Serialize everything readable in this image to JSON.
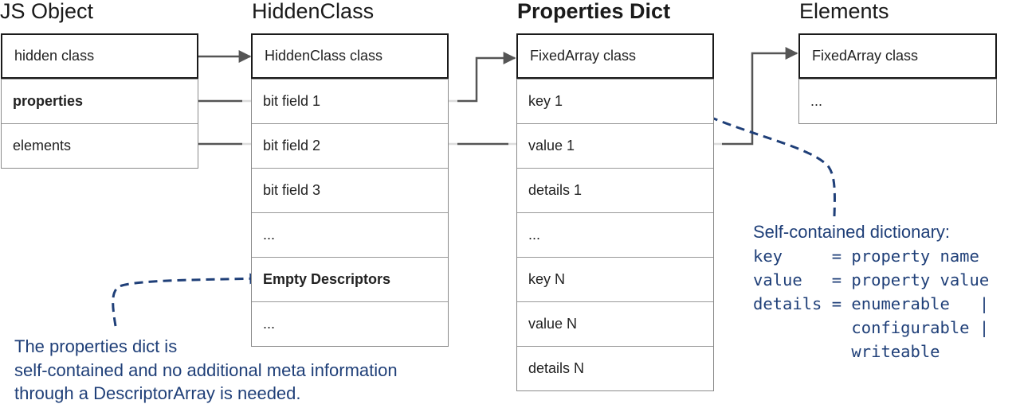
{
  "titles": {
    "js_object": "JS Object",
    "hidden_class": "HiddenClass",
    "properties_dict": "Properties Dict",
    "elements": "Elements"
  },
  "js_object": {
    "rows": [
      "hidden class",
      "properties",
      "elements"
    ]
  },
  "hidden_class": {
    "rows": [
      "HiddenClass class",
      "bit field 1",
      "bit field 2",
      "bit field 3",
      "...",
      "Empty Descriptors",
      "..."
    ]
  },
  "properties_dict": {
    "rows": [
      "FixedArray class",
      "key 1",
      "value 1",
      "details 1",
      "...",
      "key N",
      "value N",
      "details N"
    ]
  },
  "elements": {
    "rows": [
      "FixedArray class",
      "..."
    ]
  },
  "annotations": {
    "left_note": [
      "The properties dict is",
      "self-contained and no additional meta information",
      "through a DescriptorArray is needed."
    ],
    "right_note": {
      "heading": "Self-contained dictionary:",
      "lines": [
        "key     = property name",
        "value   = property value",
        "details = enumerable   |",
        "          configurable |",
        "          writeable"
      ]
    }
  },
  "colors": {
    "annotation": "#1f3f78",
    "arrow": "#555555",
    "border": "#1a1a1a"
  }
}
